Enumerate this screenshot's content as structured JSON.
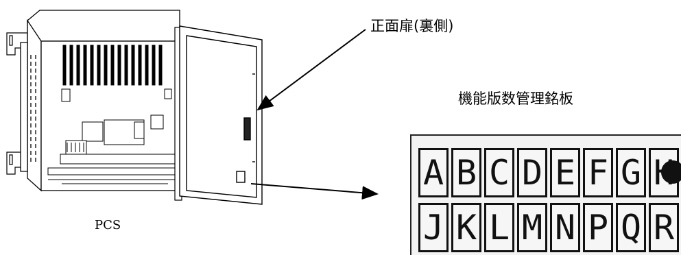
{
  "labels": {
    "door": "正面扉(裏側)",
    "plate_title": "機能版数管理銘板",
    "device": "PCS"
  },
  "plate": {
    "rows": [
      [
        "A",
        "B",
        "C",
        "D",
        "E",
        "F",
        "G",
        "H"
      ],
      [
        "J",
        "K",
        "L",
        "M",
        "N",
        "P",
        "Q",
        "R"
      ]
    ],
    "marked": [
      "H"
    ]
  },
  "colors": {
    "line": "#000000",
    "plate_bg": "#f3f3f3"
  }
}
